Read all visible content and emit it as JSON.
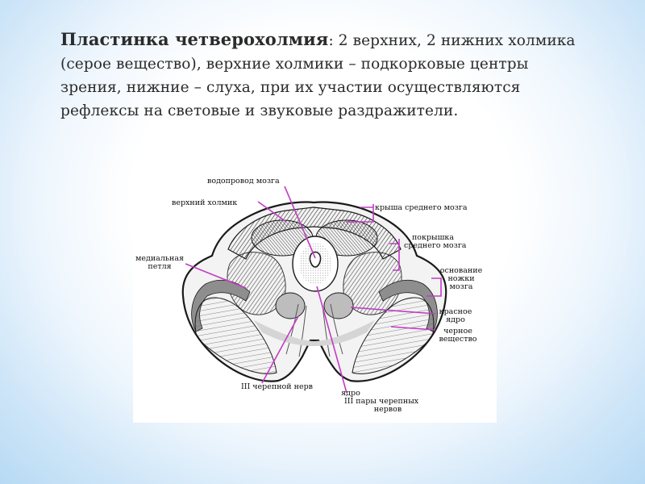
{
  "slide": {
    "title": "Пластинка четверохолмия",
    "body": ": 2 верхних, 2 нижних холмика (серое вещество), верхние холмики – подкорковые центры зрения, нижние – слуха, при их участии осуществляются рефлексы на световые и звуковые раздражители."
  },
  "diagram": {
    "labels": {
      "aqueduct": "водопровод мозга",
      "superior_colliculus": "верхний холмик",
      "tectum": "крыша среднего мозга",
      "tegmentum_line1": "покрышка",
      "tegmentum_line2": "среднего мозга",
      "basis_line1": "основание",
      "basis_line2": "ножки",
      "basis_line3": "мозга",
      "medial_lemniscus_line1": "медиальная",
      "medial_lemniscus_line2": "петля",
      "red_nucleus_line1": "красное",
      "red_nucleus_line2": "ядро",
      "substantia_nigra_line1": "черное",
      "substantia_nigra_line2": "вещество",
      "cn3": "III черепной нерв",
      "cn3_nucleus_line1": "ядро",
      "cn3_nucleus_line2": "III пары черепных",
      "cn3_nucleus_line3": "нервов"
    },
    "colors": {
      "leader_line": "#c23cc4",
      "gray_matter": "#8e8e8e",
      "outline": "#1a1a1a"
    }
  }
}
